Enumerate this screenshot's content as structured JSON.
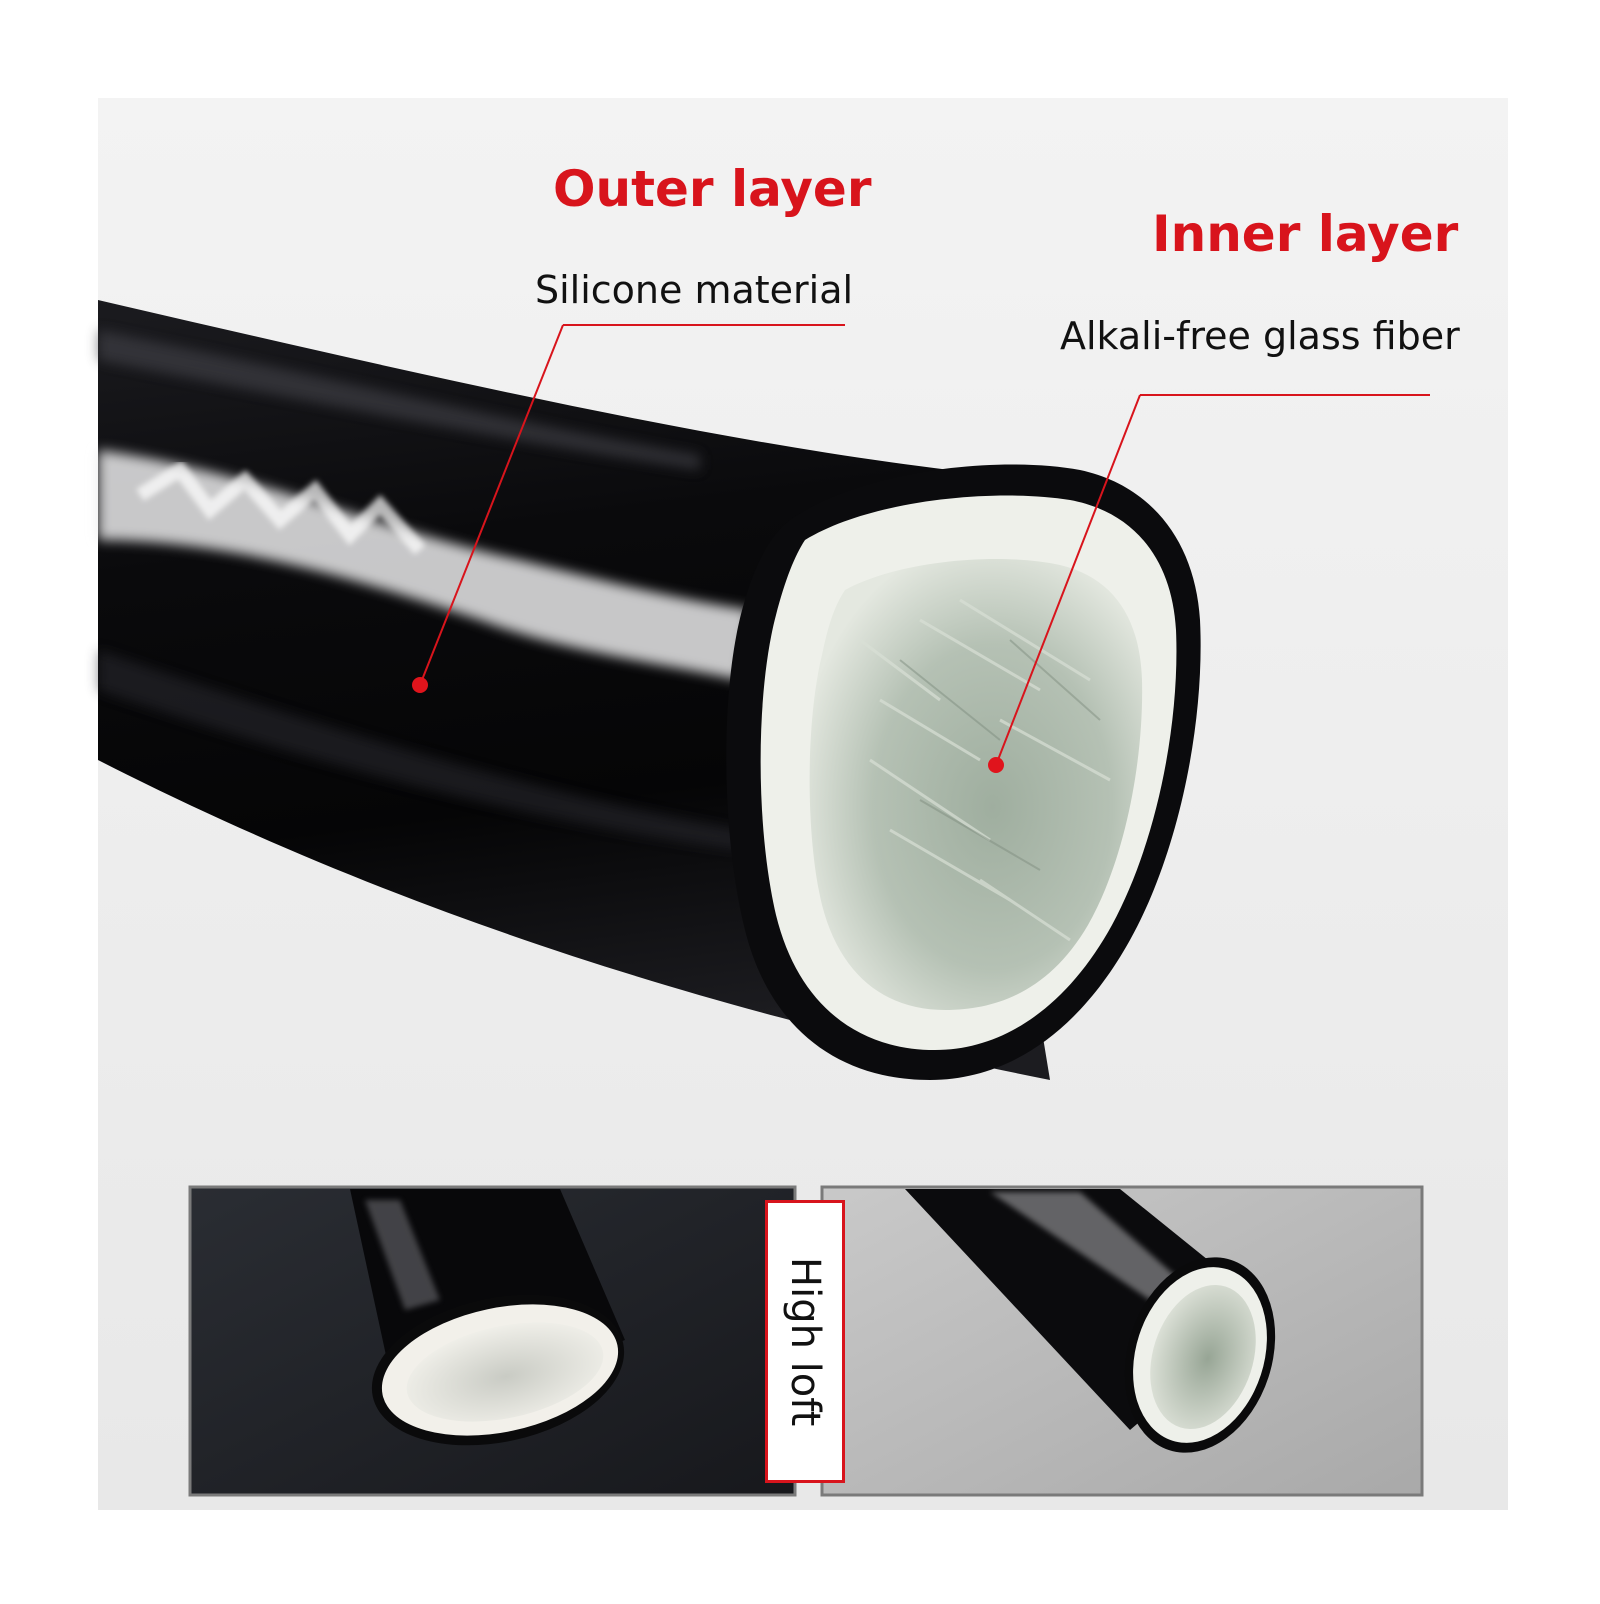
{
  "outer_layer": {
    "title": "Outer layer",
    "material": "Silicone material"
  },
  "inner_layer": {
    "title": "Inner layer",
    "material": "Alkali-free glass fiber"
  },
  "detail_strip": {
    "label": "High loft"
  },
  "colors": {
    "accent_red": "#d8141c",
    "background": "#f1f1f1",
    "sleeve_black": "#0c0c0e",
    "fiber_green": "#a9b7a9"
  }
}
